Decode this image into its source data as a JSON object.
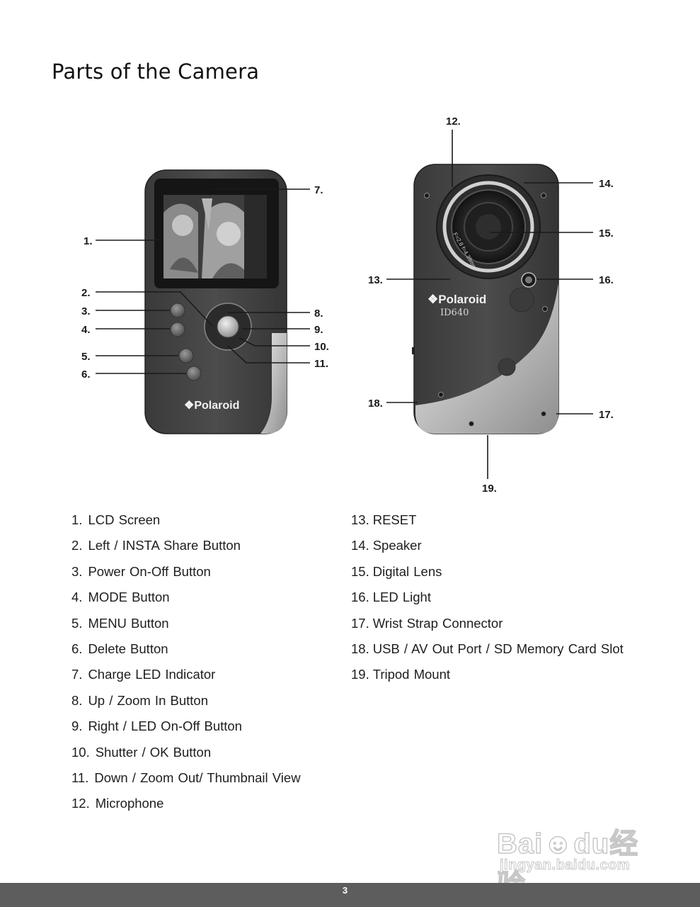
{
  "page": {
    "title": "Parts of the Camera",
    "page_number": "3"
  },
  "figures": {
    "front": {
      "brand": "❖Polaroid",
      "callouts": [
        "1.",
        "2.",
        "3.",
        "4.",
        "5.",
        "6.",
        "7.",
        "8.",
        "9.",
        "10.",
        "11."
      ]
    },
    "back": {
      "brand": "❖Polaroid",
      "model": "ID640",
      "lens_marking": "F=2.8 f=4.39mm",
      "callouts": [
        "12.",
        "13.",
        "14.",
        "15.",
        "16.",
        "17.",
        "18.",
        "19."
      ]
    }
  },
  "parts_left": [
    {
      "num": "1.",
      "label": "LCD Screen"
    },
    {
      "num": "2.",
      "label": "Left / INSTA Share Button"
    },
    {
      "num": "3.",
      "label": "Power On-Off Button"
    },
    {
      "num": "4.",
      "label": "MODE Button"
    },
    {
      "num": "5.",
      "label": "MENU Button"
    },
    {
      "num": "6.",
      "label": "Delete Button"
    },
    {
      "num": "7.",
      "label": "Charge LED Indicator"
    },
    {
      "num": "8.",
      "label": "Up / Zoom In Button"
    },
    {
      "num": "9.",
      "label": "Right / LED On-Off Button"
    },
    {
      "num": "10.",
      "label": "Shutter / OK Button"
    },
    {
      "num": "11.",
      "label": "Down / Zoom Out/ Thumbnail View"
    },
    {
      "num": "12.",
      "label": "Microphone"
    }
  ],
  "parts_right": [
    {
      "num": "13.",
      "label": "RESET"
    },
    {
      "num": "14.",
      "label": "Speaker"
    },
    {
      "num": "15.",
      "label": "Digital Lens"
    },
    {
      "num": "16.",
      "label": "LED Light"
    },
    {
      "num": "17.",
      "label": "Wrist Strap Connector"
    },
    {
      "num": "18.",
      "label": "USB / AV Out Port / SD Memory Card Slot"
    },
    {
      "num": "19.",
      "label": "Tripod Mount"
    }
  ],
  "watermark": {
    "brand": "Bai☻du经验",
    "url": "jingyan.baidu.com"
  }
}
